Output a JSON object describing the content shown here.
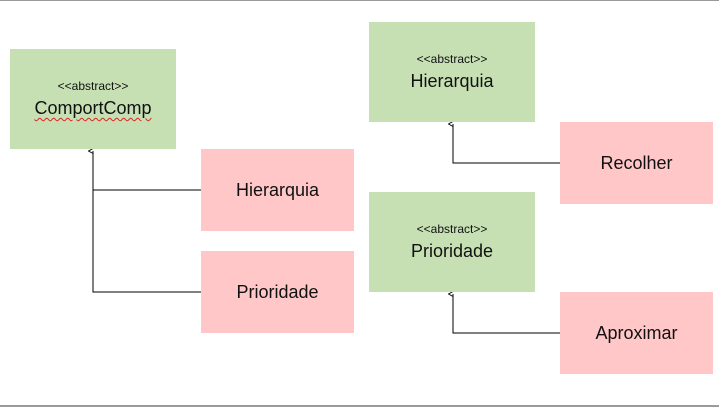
{
  "diagram": {
    "comportcomp": {
      "stereotype": "<<abstract>>",
      "name": "ComportComp"
    },
    "hierarquia_child": {
      "name": "Hierarquia"
    },
    "prioridade_child": {
      "name": "Prioridade"
    },
    "hierarquia_abstract": {
      "stereotype": "<<abstract>>",
      "name": "Hierarquia"
    },
    "recolher": {
      "name": "Recolher"
    },
    "prioridade_abstract": {
      "stereotype": "<<abstract>>",
      "name": "Prioridade"
    },
    "aproximar": {
      "name": "Aproximar"
    }
  },
  "colors": {
    "abstract_fill": "#c6e0b4",
    "concrete_fill": "#ffc7c7",
    "connector": "#000000"
  }
}
